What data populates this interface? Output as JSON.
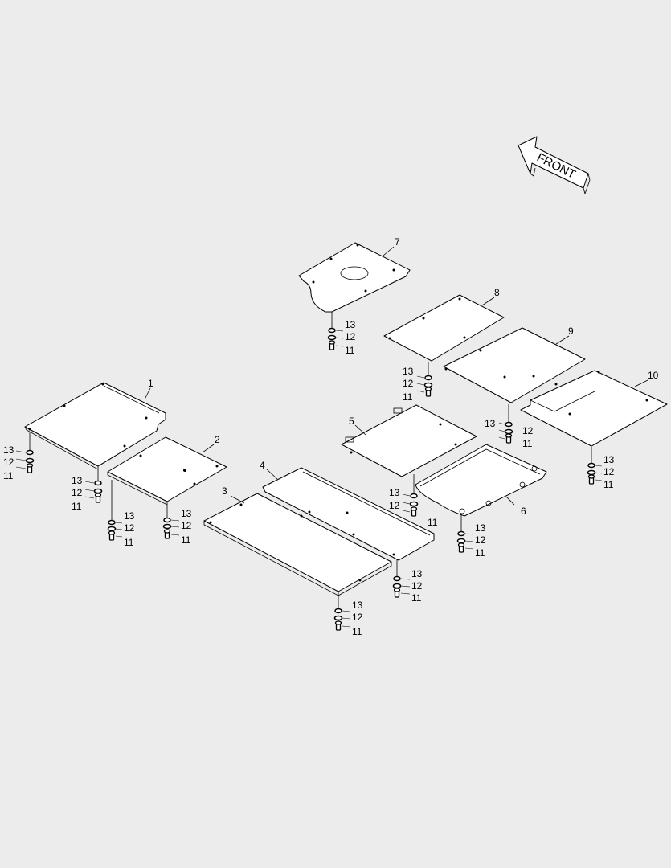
{
  "front_label": "FRONT",
  "parts": [
    "1",
    "2",
    "3",
    "4",
    "5",
    "6",
    "7",
    "8",
    "9",
    "10"
  ],
  "hardware": {
    "bolt": "11",
    "washer": "12",
    "nut": "13"
  }
}
